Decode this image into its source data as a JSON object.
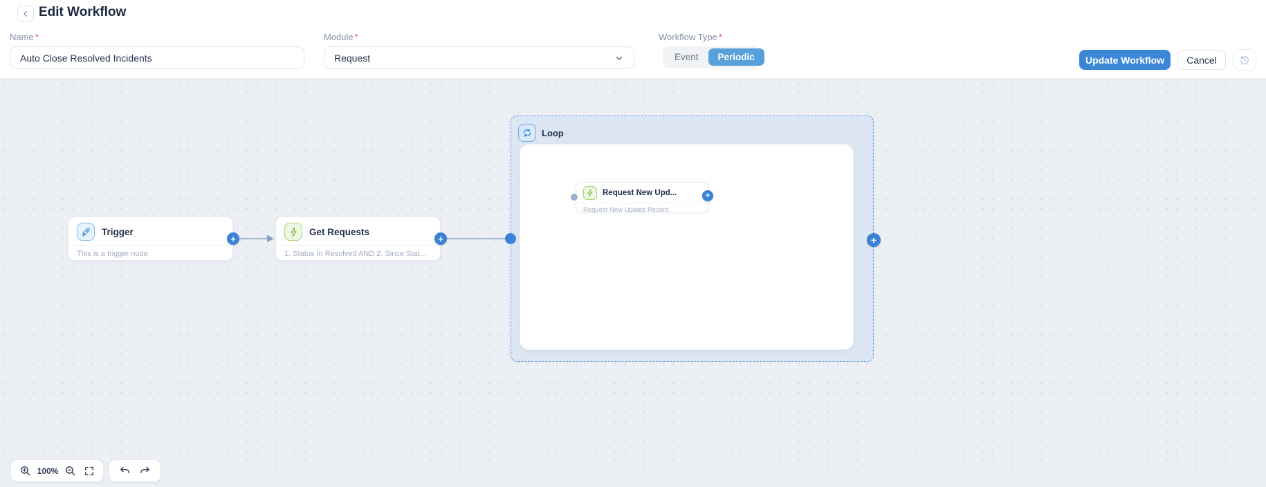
{
  "header": {
    "title": "Edit Workflow",
    "back_icon": "chevron-left"
  },
  "form": {
    "name": {
      "label": "Name",
      "required_mark": "*",
      "value": "Auto Close Resolved Incidents"
    },
    "module": {
      "label": "Module",
      "required_mark": "*",
      "selected": "Request",
      "chevron_icon": "chevron-down"
    },
    "workflow_type": {
      "label": "Workflow Type",
      "required_mark": "*",
      "options": [
        {
          "label": "Event",
          "selected": false
        },
        {
          "label": "Periodic",
          "selected": true
        }
      ]
    }
  },
  "actions": {
    "update_label": "Update Workflow",
    "cancel_label": "Cancel",
    "history_icon": "restore-history"
  },
  "canvas": {
    "plus_glyph": "+",
    "nodes": {
      "trigger": {
        "title": "Trigger",
        "subtitle": "This is a trigger node",
        "icon": "rocket-icon"
      },
      "get_requests": {
        "title": "Get Requests",
        "subtitle": "1. Status In Resolved AND 2. Since Stat...",
        "icon": "lightning-icon"
      },
      "loop": {
        "title": "Loop",
        "icon": "loop-icon"
      },
      "request_new_update": {
        "title": "Request New Upd...",
        "subtitle": "Request New Update Record",
        "icon": "lightning-icon"
      }
    }
  },
  "toolbar": {
    "zoom_level": "100%"
  },
  "colors": {
    "accent_blue": "#3b87d6",
    "toggle_selected_blue": "#57a0da",
    "action_green": "#7cb93e",
    "trigger_blue": "#4590d8",
    "required_red": "#e05252",
    "loop_border_blue": "#5e9bd8"
  }
}
